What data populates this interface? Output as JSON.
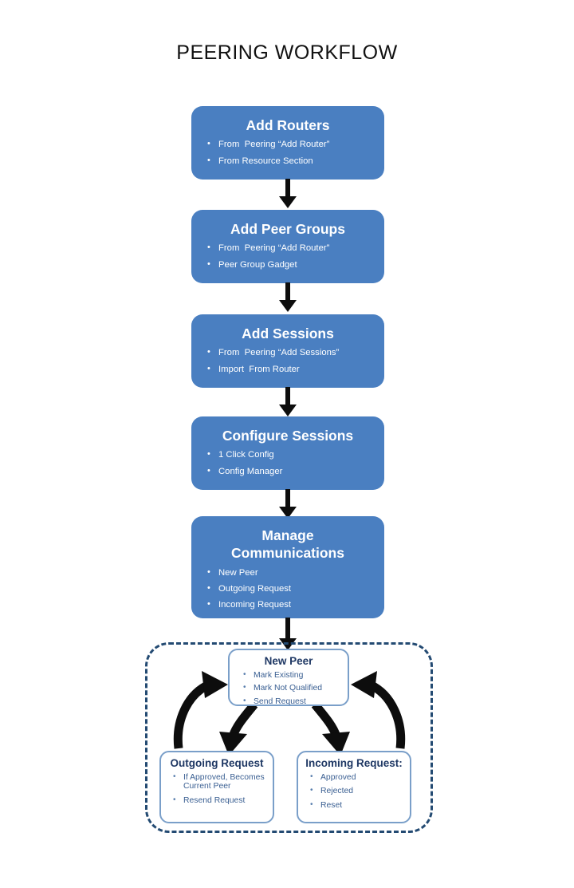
{
  "page": {
    "title": "PEERING WORKFLOW",
    "background": "#ffffff"
  },
  "colors": {
    "stage_fill": "#4a7fc1",
    "stage_text": "#ffffff",
    "subbox_border": "#7a9fc9",
    "subbox_title": "#1f3864",
    "subbox_text": "#3a5f92",
    "dashed_border": "#234a72",
    "arrow": "#000000"
  },
  "flow": {
    "stages": [
      {
        "id": "add-routers",
        "title": "Add Routers",
        "items": [
          "From  Peering “Add Router”",
          "From Resource Section"
        ]
      },
      {
        "id": "add-peer-groups",
        "title": "Add Peer Groups",
        "items": [
          "From  Peering “Add Router”",
          "Peer Group Gadget"
        ]
      },
      {
        "id": "add-sessions",
        "title": "Add Sessions",
        "items": [
          "From  Peering “Add Sessions”",
          "Import  From Router"
        ]
      },
      {
        "id": "configure-sessions",
        "title": "Configure Sessions",
        "items": [
          "1 Click Config",
          "Config Manager"
        ]
      },
      {
        "id": "manage-communications",
        "title_line1": "Manage",
        "title_line2": "Communications",
        "items": [
          "New Peer",
          "Outgoing Request",
          "Incoming Request"
        ]
      }
    ],
    "connectors": [
      "arrow-down-icon",
      "arrow-down-icon",
      "arrow-down-icon",
      "arrow-down-icon",
      "arrow-down-icon"
    ]
  },
  "cycle": {
    "boxes": [
      {
        "id": "new-peer",
        "title": "New Peer",
        "items": [
          "Mark Existing",
          "Mark Not Qualified",
          "Send Request"
        ]
      },
      {
        "id": "outgoing-request",
        "title": "Outgoing Request",
        "items": [
          "If Approved, Becomes Current Peer",
          "Resend Request"
        ]
      },
      {
        "id": "incoming-request",
        "title": "Incoming Request:",
        "items": [
          "Approved",
          "Rejected",
          "Reset"
        ]
      }
    ],
    "arrows": [
      "curved-arrow-new-peer-to-outgoing",
      "curved-arrow-outgoing-to-new-peer",
      "curved-arrow-new-peer-to-incoming",
      "curved-arrow-incoming-to-new-peer"
    ]
  }
}
